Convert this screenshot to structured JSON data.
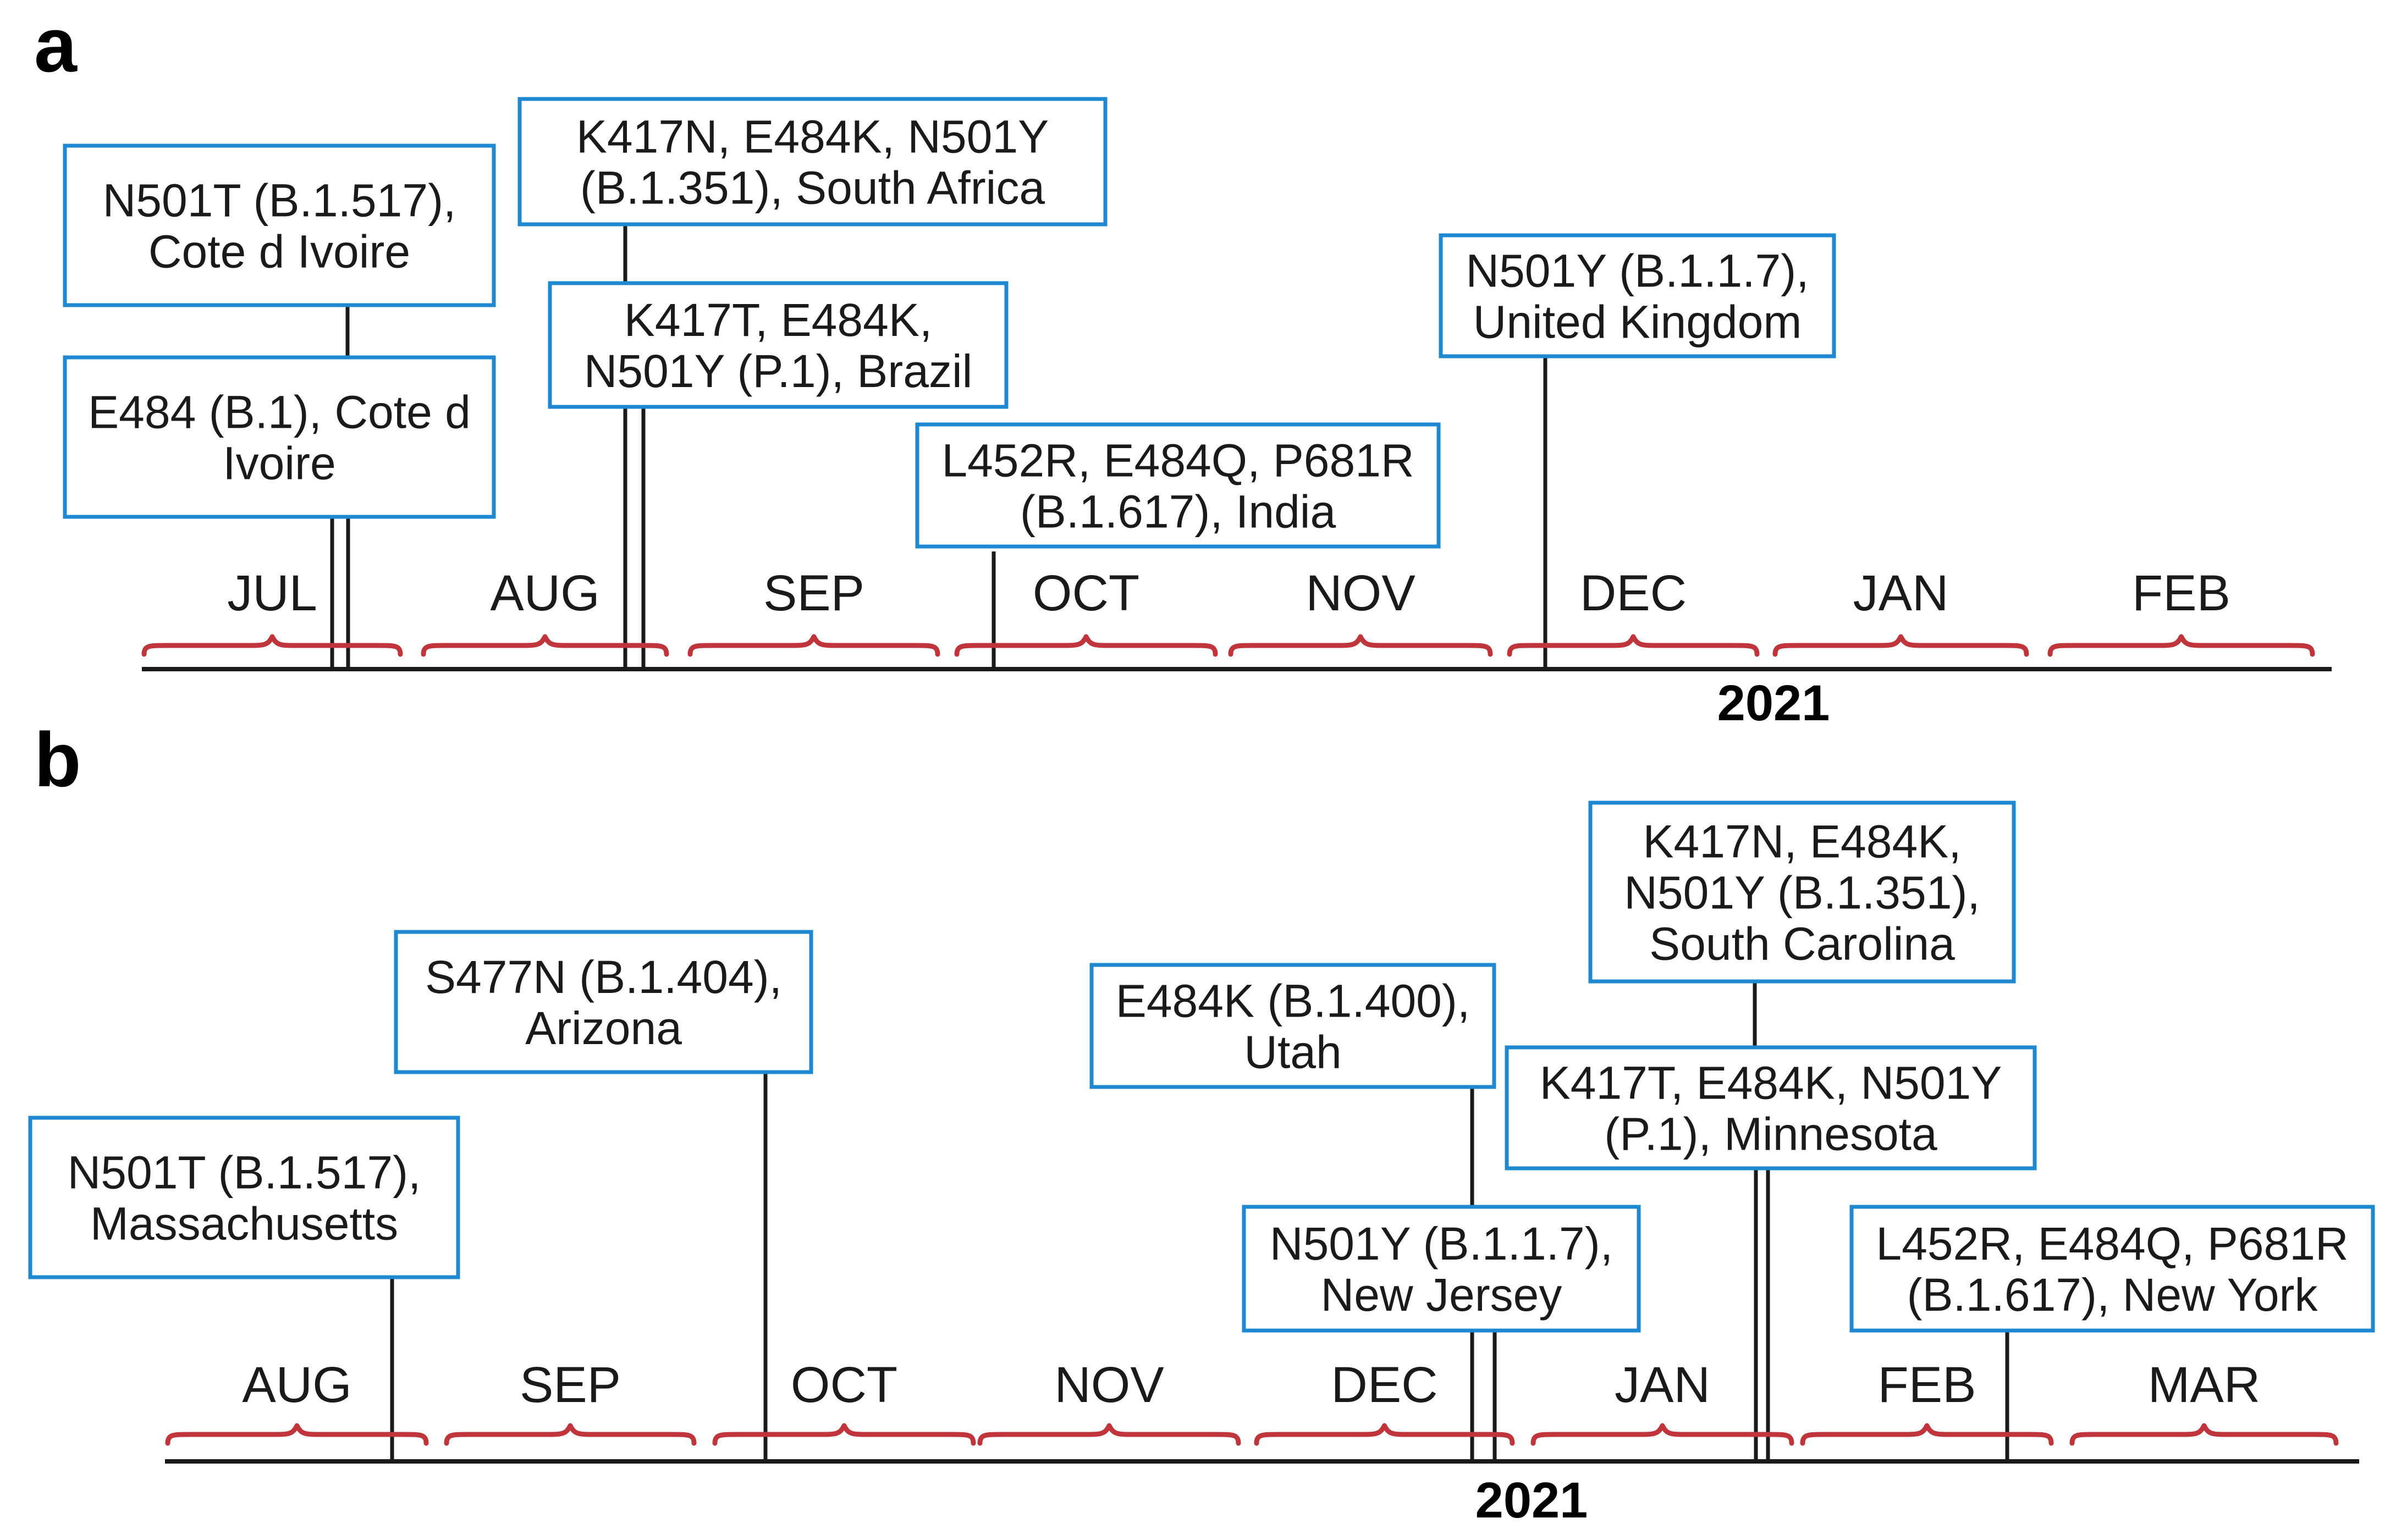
{
  "colors": {
    "box_border": "#1e88d0",
    "brace": "#c0343b",
    "text": "#1a1a1a",
    "axis": "#1a1a1a"
  },
  "panels": [
    {
      "letter": "a",
      "year": "2021",
      "months": [
        "JUL",
        "AUG",
        "SEP",
        "OCT",
        "NOV",
        "DEC",
        "JAN",
        "FEB"
      ],
      "events": [
        {
          "lines": [
            "N501T (B.1.517),",
            "Cote d Ivoire"
          ]
        },
        {
          "lines": [
            "E484 (B.1), Cote d",
            "Ivoire"
          ]
        },
        {
          "lines": [
            "K417N, E484K, N501Y",
            "(B.1.351), South Africa"
          ]
        },
        {
          "lines": [
            "K417T, E484K,",
            "N501Y (P.1), Brazil"
          ]
        },
        {
          "lines": [
            "L452R, E484Q, P681R",
            "(B.1.617), India"
          ]
        },
        {
          "lines": [
            "N501Y (B.1.1.7),",
            "United Kingdom"
          ]
        }
      ]
    },
    {
      "letter": "b",
      "year": "2021",
      "months": [
        "AUG",
        "SEP",
        "OCT",
        "NOV",
        "DEC",
        "JAN",
        "FEB",
        "MAR"
      ],
      "events": [
        {
          "lines": [
            "N501T (B.1.517),",
            "Massachusetts"
          ]
        },
        {
          "lines": [
            "S477N (B.1.404),",
            "Arizona"
          ]
        },
        {
          "lines": [
            "E484K (B.1.400),",
            "Utah"
          ]
        },
        {
          "lines": [
            "N501Y (B.1.1.7),",
            "New Jersey"
          ]
        },
        {
          "lines": [
            "K417N, E484K,",
            "N501Y (B.1.351),",
            "South Carolina"
          ]
        },
        {
          "lines": [
            "K417T, E484K, N501Y",
            "(P.1), Minnesota"
          ]
        },
        {
          "lines": [
            "L452R, E484Q, P681R",
            "(B.1.617), New York"
          ]
        }
      ]
    }
  ]
}
